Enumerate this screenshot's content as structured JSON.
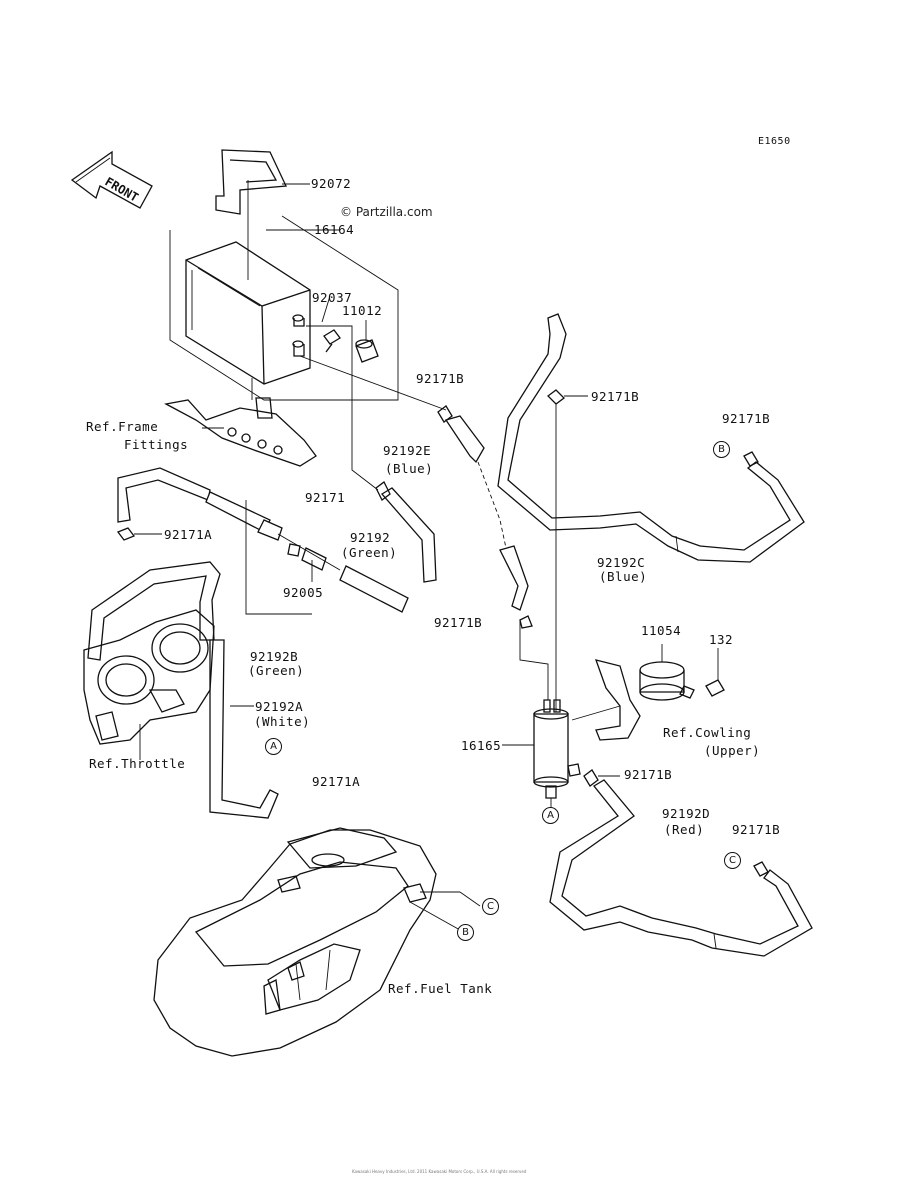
{
  "diagram_code": "E1650",
  "watermark": "© Partzilla.com",
  "front_arrow": "FRONT",
  "labels": {
    "p92072": "92072",
    "p16164": "16164",
    "p92037": "92037",
    "p11012": "11012",
    "ref_frame": "Ref.Frame",
    "fittings": "Fittings",
    "p92171B_1": "92171B",
    "p92171B_2": "92171B",
    "p92171B_3": "92171B",
    "p92192E": "92192E",
    "blue_1": "(Blue)",
    "p92171": "92171",
    "p92192": "92192",
    "green_1": "(Green)",
    "p92171A_1": "92171A",
    "p92005": "92005",
    "p92171B_4": "92171B",
    "p92192C": "92192C",
    "blue_2": "(Blue)",
    "p92192B": "92192B",
    "green_2": "(Green)",
    "p11054": "11054",
    "p132": "132",
    "p92192A": "92192A",
    "white": "(White)",
    "ref_cowling": "Ref.Cowling",
    "upper": "(Upper)",
    "ref_throttle": "Ref.Throttle",
    "p92171A_2": "92171A",
    "p16165": "16165",
    "p92171B_5": "92171B",
    "p92192D": "92192D",
    "red": "(Red)",
    "p92171B_6": "92171B",
    "ref_fuel_tank": "Ref.Fuel Tank"
  },
  "callouts": {
    "A_top": "A",
    "A_bottom": "A",
    "B_right": "B",
    "B_tank": "B",
    "C_right": "C",
    "C_tank": "C"
  },
  "footer": "Kawasaki Heavy Industries, Ltd. 2011 Kawasaki Motors Corp., U.S.A. All rights reserved"
}
